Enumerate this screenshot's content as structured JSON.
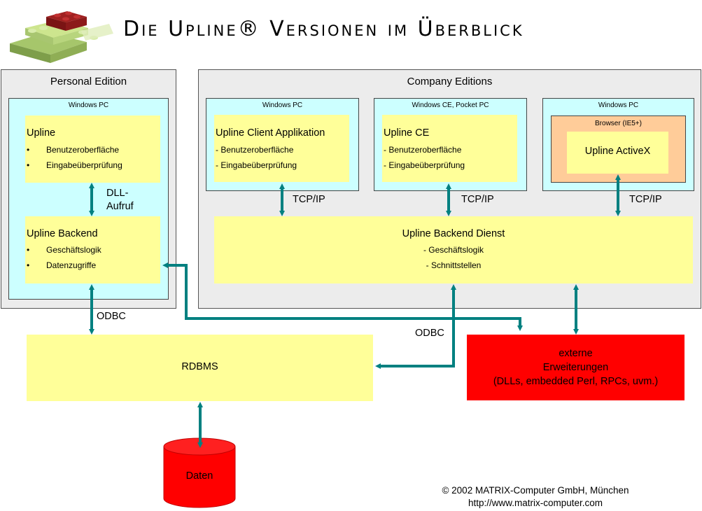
{
  "title": "Die Upline®  Versionen im Überblick",
  "personal": {
    "title": "Personal Edition",
    "host": "Windows PC",
    "upline": {
      "heading": "Upline",
      "items": [
        "Benutzeroberfläche",
        "Eingabeüberprüfung"
      ]
    },
    "dll_label_1": "DLL-",
    "dll_label_2": "Aufruf",
    "backend": {
      "heading": "Upline Backend",
      "items": [
        "Geschäftslogik",
        "Datenzugriffe"
      ]
    }
  },
  "company": {
    "title": "Company Editions",
    "client": {
      "host": "Windows PC",
      "heading": "Upline Client Applikation",
      "items": [
        "- Benutzeroberfläche",
        "- Eingabeüberprüfung"
      ]
    },
    "ce": {
      "host": "Windows CE, Pocket PC",
      "heading": "Upline CE",
      "items": [
        "- Benutzeroberfläche",
        "- Eingabeüberprüfung"
      ]
    },
    "activex": {
      "host": "Windows PC",
      "browser": "Browser (IE5+)",
      "heading": "Upline ActiveX"
    },
    "tcpip": [
      "TCP/IP",
      "TCP/IP",
      "TCP/IP"
    ],
    "backend_dienst": {
      "heading": "Upline Backend Dienst",
      "items": [
        "- Geschäftslogik",
        "- Schnittstellen"
      ]
    }
  },
  "odbc_left": "ODBC",
  "odbc_right": "ODBC",
  "rdbms": "RDBMS",
  "extern": {
    "line1": "externe",
    "line2": "Erweiterungen",
    "line3": "(DLLs, embedded Perl, RPCs, uvm.)"
  },
  "daten": "Daten",
  "copyright": "© 2002 MATRIX-Computer GmbH, München",
  "url": "http://www.matrix-computer.com",
  "colors": {
    "arrow": "#008080",
    "yellow": "#ffff99",
    "cyan": "#ccffff",
    "red": "#ff0000",
    "orange": "#ffcc99",
    "grey": "#ececec"
  }
}
